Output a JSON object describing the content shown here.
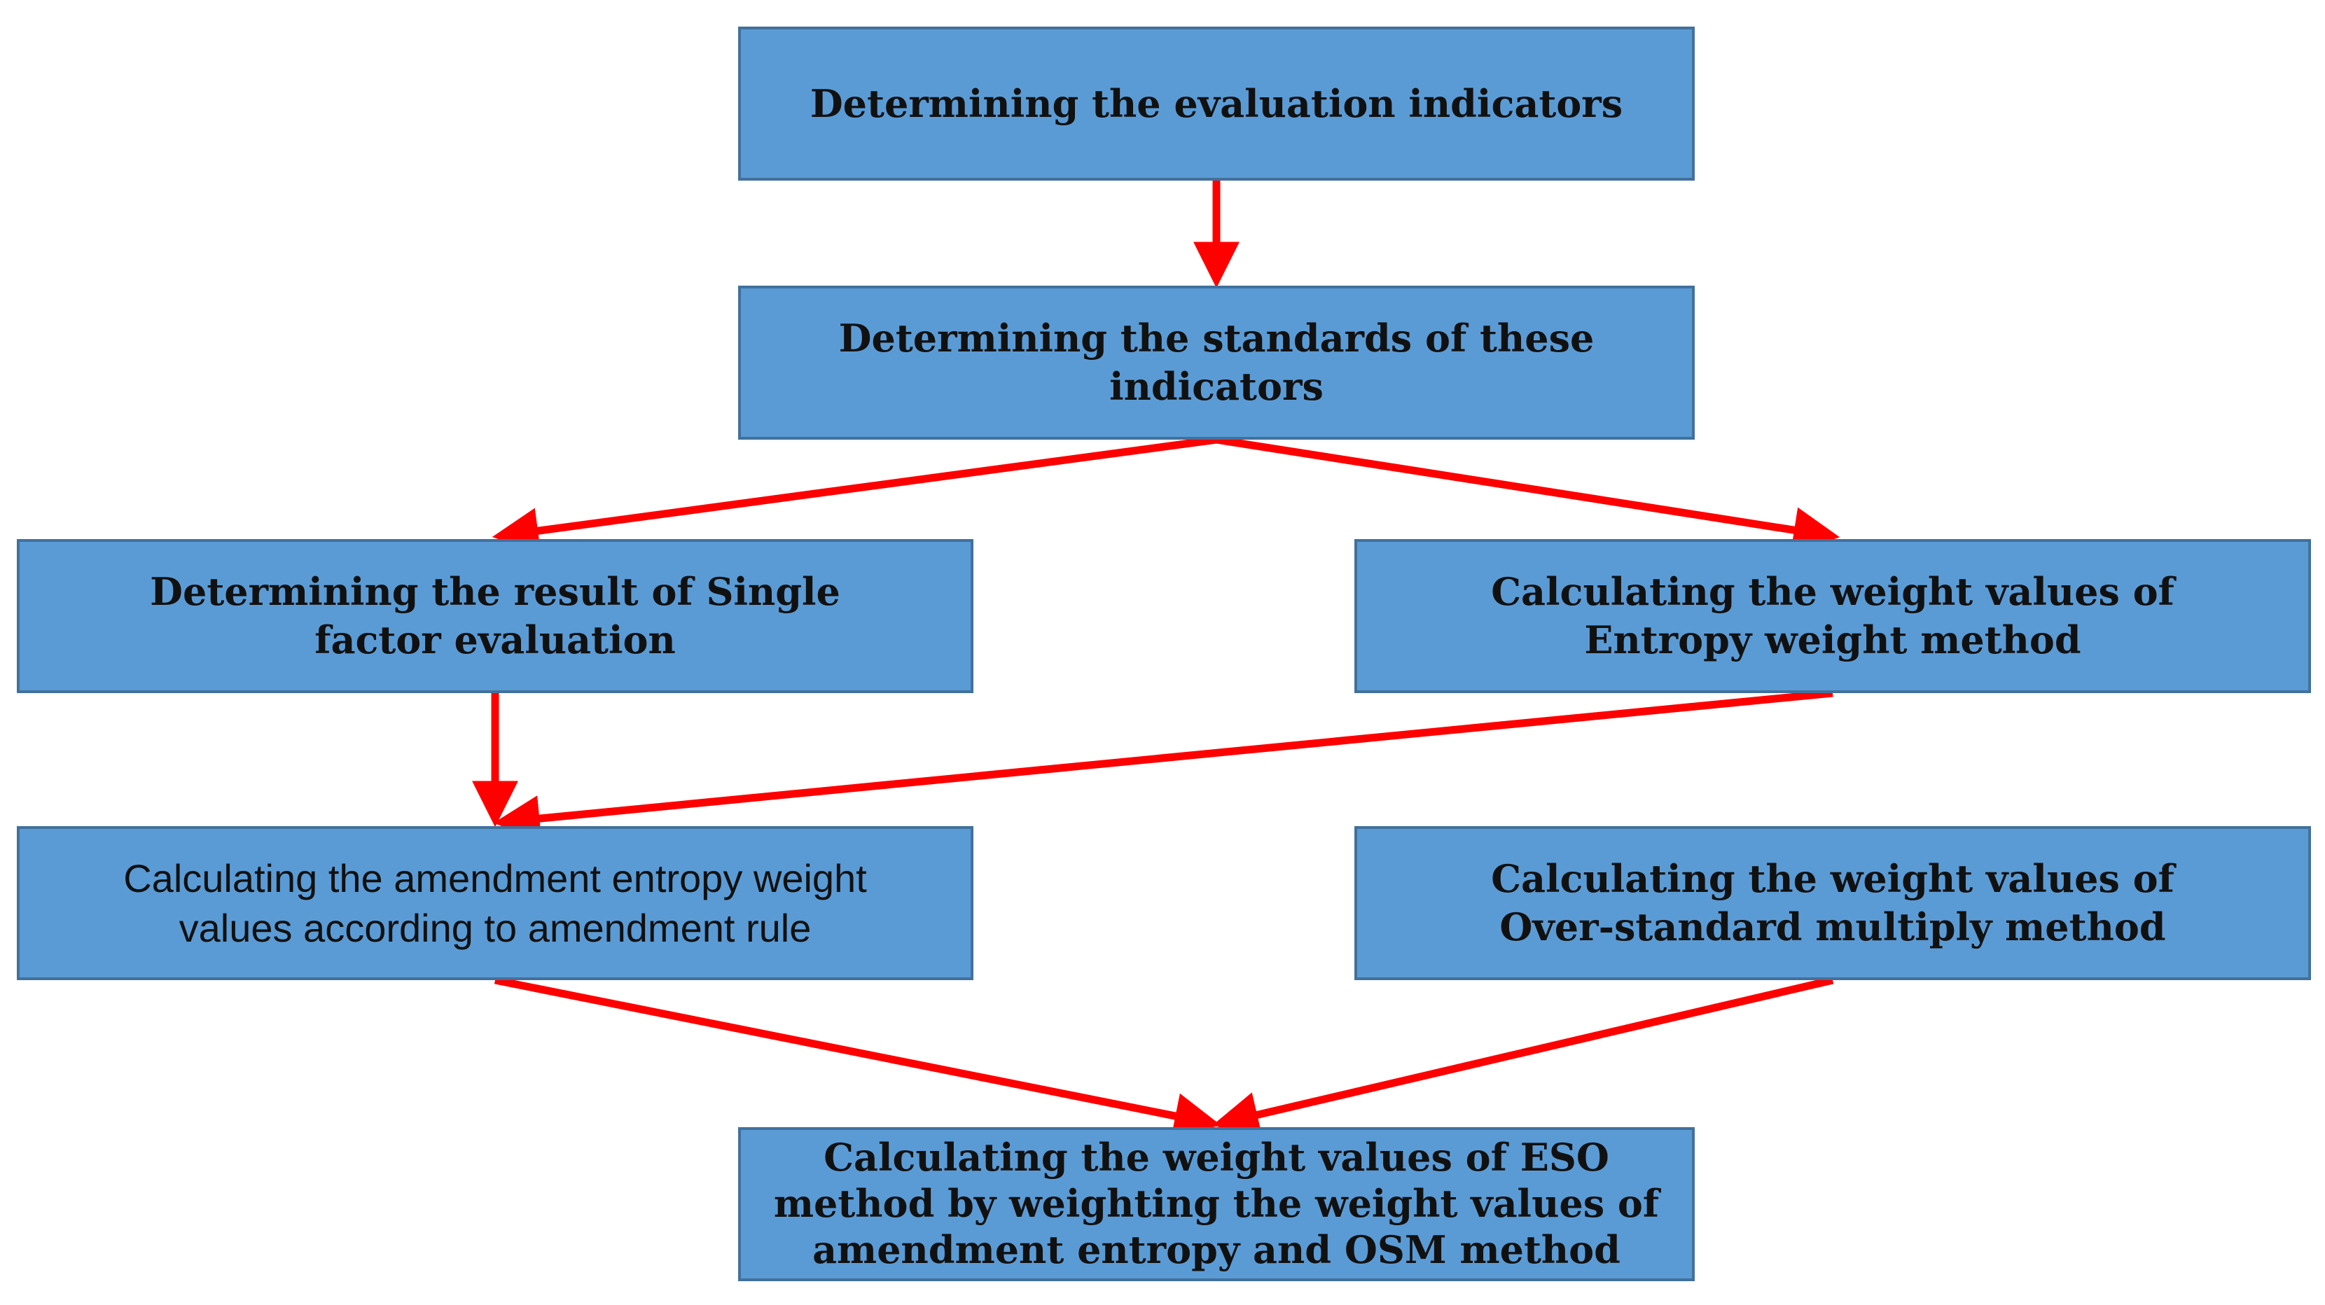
{
  "boxes": {
    "b1": "Determining the evaluation indicators",
    "b2": "Determining the standards of these indicators",
    "b3": "Determining the result of Single factor evaluation",
    "b4": "Calculating the weight values of Entropy weight method",
    "b5": "Calculating the amendment entropy weight values according to amendment rule",
    "b6": "Calculating the weight values of Over-standard multiply method",
    "b7": "Calculating the weight values of ESO method by weighting the weight values of amendment entropy and OSM method"
  },
  "colors": {
    "box_fill": "#5b9bd5",
    "box_border": "#41719c",
    "arrow": "#ff0000",
    "text": "#111111"
  }
}
